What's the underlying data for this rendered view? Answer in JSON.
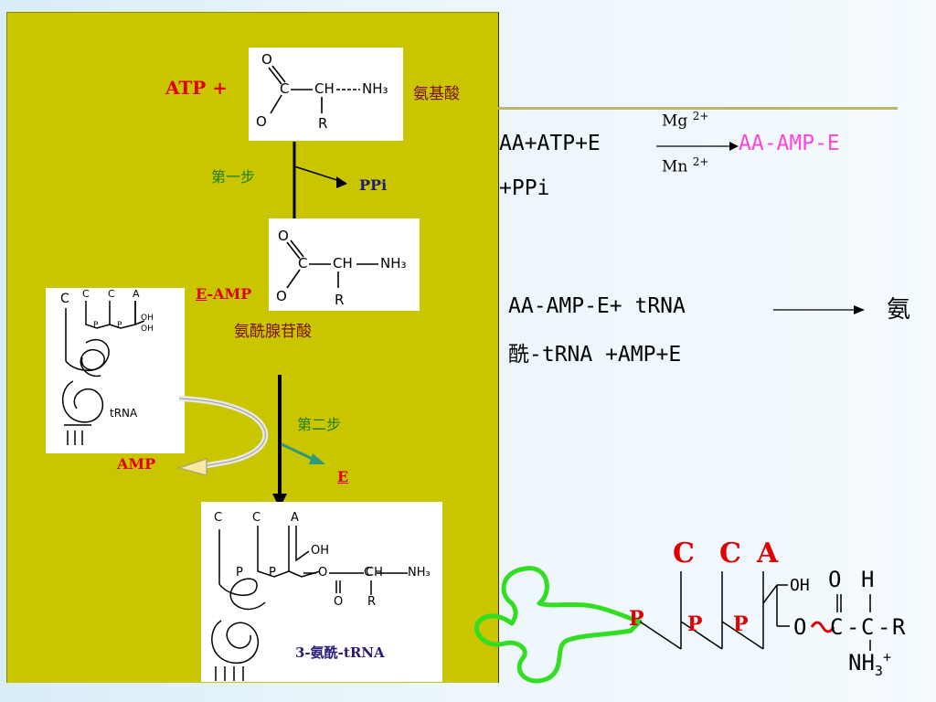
{
  "left_panel": {
    "atp_plus": "ATP +",
    "amino_acid": "氨基酸",
    "step1": "第一步",
    "ppi": "PPi",
    "e_amp_e": "E",
    "e_amp_rest": "-AMP",
    "aminoacyl_adenylate": "氨酰腺苷酸",
    "step2": "第二步",
    "amp": "AMP",
    "e": "E",
    "product": "3-氨酰-tRNA",
    "trna_label": "tRNA",
    "struct": {
      "o_top": "O",
      "c": "C",
      "ch": "CH",
      "nh3": "NH₃",
      "o_minus": "O",
      "r": "R",
      "cca": [
        "C",
        "C",
        "A"
      ],
      "p": "P",
      "oh": "OH",
      "o": "O"
    }
  },
  "equations": {
    "eq1_left": "AA+ATP+E",
    "eq1_mg": "Mg",
    "eq1_mg_sup": "2+",
    "eq1_mn": "Mn",
    "eq1_mn_sup": "2+",
    "eq1_right": "AA-AMP-E",
    "eq1_line2": "+PPi",
    "eq2_left": "AA-AMP-E+ tRNA",
    "eq2_right": "氨",
    "eq2_line2": "酰-tRNA +AMP+E"
  },
  "trna_diagram": {
    "c1": "C",
    "c2": "C",
    "a": "A",
    "p1": "P",
    "p2": "P",
    "p3": "P",
    "oh": "OH",
    "o_bond": "O",
    "c_bond": "C",
    "o_carbonyl": "O",
    "h": "H",
    "c_chain": "C",
    "r": "R",
    "nh3": "NH",
    "nh3_sub": "3",
    "nh3_sup": "+"
  },
  "colors": {
    "panel": "#c9c600",
    "red": "#e00000",
    "magenta": "#ff44dd",
    "green_loop": "#33dd22",
    "teal_arrow": "#2e9a7a"
  }
}
